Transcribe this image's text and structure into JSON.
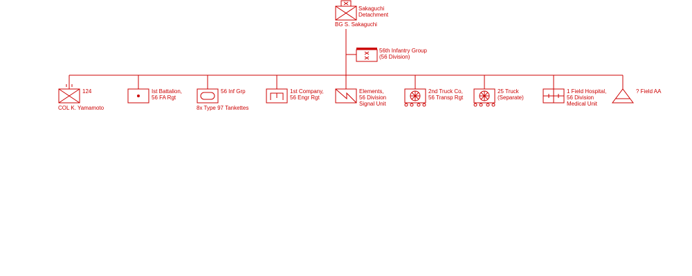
{
  "colors": {
    "line": "#cc0000"
  },
  "hq": {
    "label": [
      "Sakaguchi",
      "Detachment"
    ],
    "commander": "BG  S. Sakaguchi"
  },
  "group": {
    "label": [
      "56th Infantry Group",
      "(56 Division)"
    ]
  },
  "units": [
    {
      "symbol": "infantry",
      "size_marker": "III",
      "label": [
        "124"
      ],
      "below": "COL  K. Yamamoto"
    },
    {
      "symbol": "field-artillery",
      "size_marker": "I",
      "label": [
        "Ist Battalion,",
        "56 FA Rgt"
      ],
      "below": ""
    },
    {
      "symbol": "armor",
      "size_marker": "",
      "label": [
        "56 Inf Grp"
      ],
      "below": "8x Type 97 Tankettes"
    },
    {
      "symbol": "engineer",
      "size_marker": "I",
      "label": [
        "1st Company,",
        "56 Engr Rgt"
      ],
      "below": ""
    },
    {
      "symbol": "signal",
      "size_marker": "",
      "label": [
        "Elements,",
        "56 Division",
        "Signal Unit"
      ],
      "below": ""
    },
    {
      "symbol": "motor-transport",
      "size_marker": "I",
      "label": [
        "2nd Truck Co,",
        "56 Transp Rgt"
      ],
      "below": ""
    },
    {
      "symbol": "motor-transport",
      "size_marker": "I",
      "label": [
        "25 Truck",
        "(Separate)"
      ],
      "below": ""
    },
    {
      "symbol": "medical",
      "size_marker": "I",
      "label": [
        "1 Field Hospital,",
        "56 Division",
        "Medical Unit"
      ],
      "below": ""
    },
    {
      "symbol": "air-defense",
      "size_marker": "I",
      "label": [
        "? Field AA"
      ],
      "below": ""
    }
  ]
}
